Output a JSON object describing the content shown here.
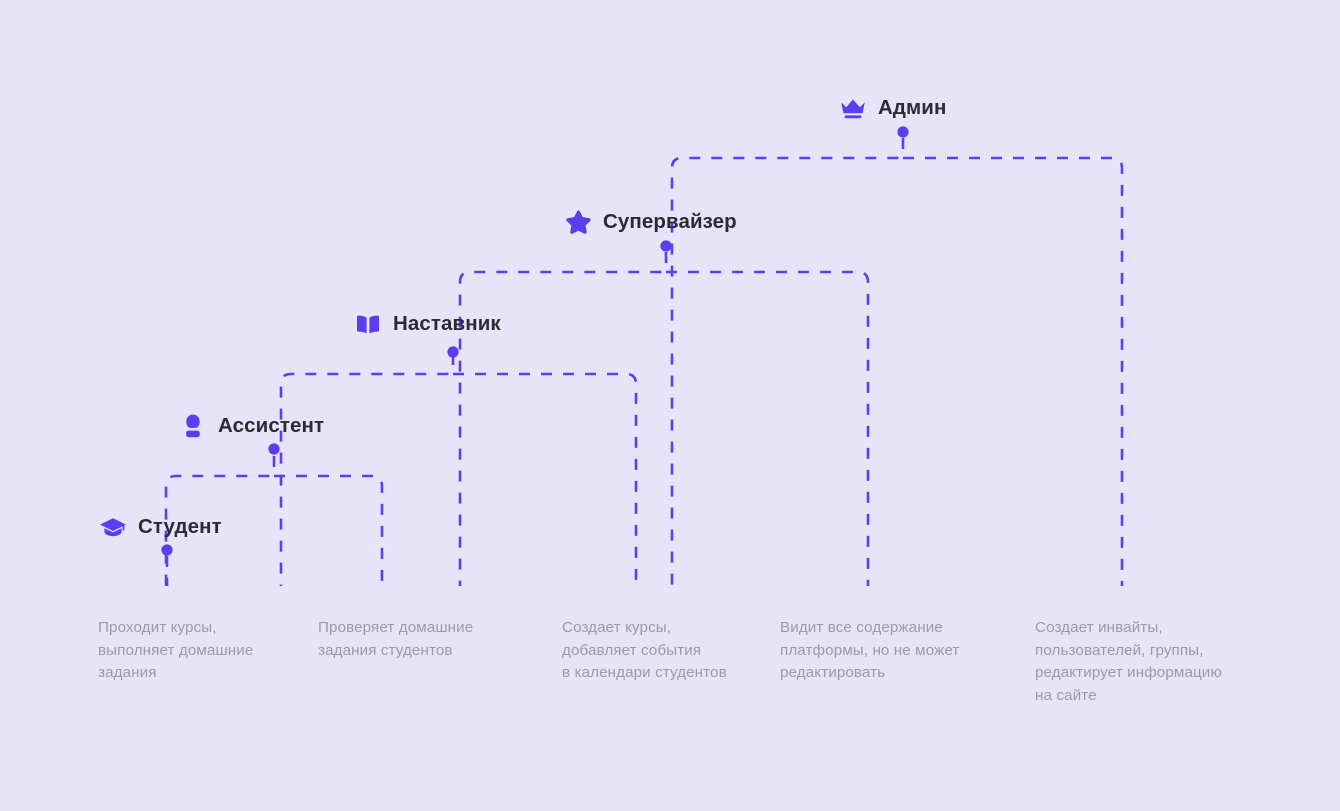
{
  "theme": {
    "background": "#e7e4fa",
    "accent": "#5b3eef",
    "label_color": "#2c2b35",
    "description_color": "#9c99ae"
  },
  "diagram": {
    "type": "hierarchy-ladder",
    "title": "",
    "roles": [
      {
        "id": "student",
        "label": "Студент",
        "icon": "graduation-cap-icon",
        "level": 1,
        "description": "Проходит курсы,\nвыполняет домашние\nзадания"
      },
      {
        "id": "assistant",
        "label": "Ассистент",
        "icon": "person-bust-icon",
        "level": 2,
        "description": "Проверяет домашние\nзадания студентов"
      },
      {
        "id": "mentor",
        "label": "Наставник",
        "icon": "open-book-icon",
        "level": 3,
        "description": "Создает курсы,\nдобавляет события\nв календари студентов"
      },
      {
        "id": "supervisor",
        "label": "Супервайзер",
        "icon": "star-icon",
        "level": 4,
        "description": "Видит все содержание\nплатформы, но не может\nредактировать"
      },
      {
        "id": "admin",
        "label": "Админ",
        "icon": "crown-icon",
        "level": 5,
        "description": "Создает инвайты,\nпользователей, группы,\nредактирует информацию\nна сайте"
      }
    ]
  }
}
